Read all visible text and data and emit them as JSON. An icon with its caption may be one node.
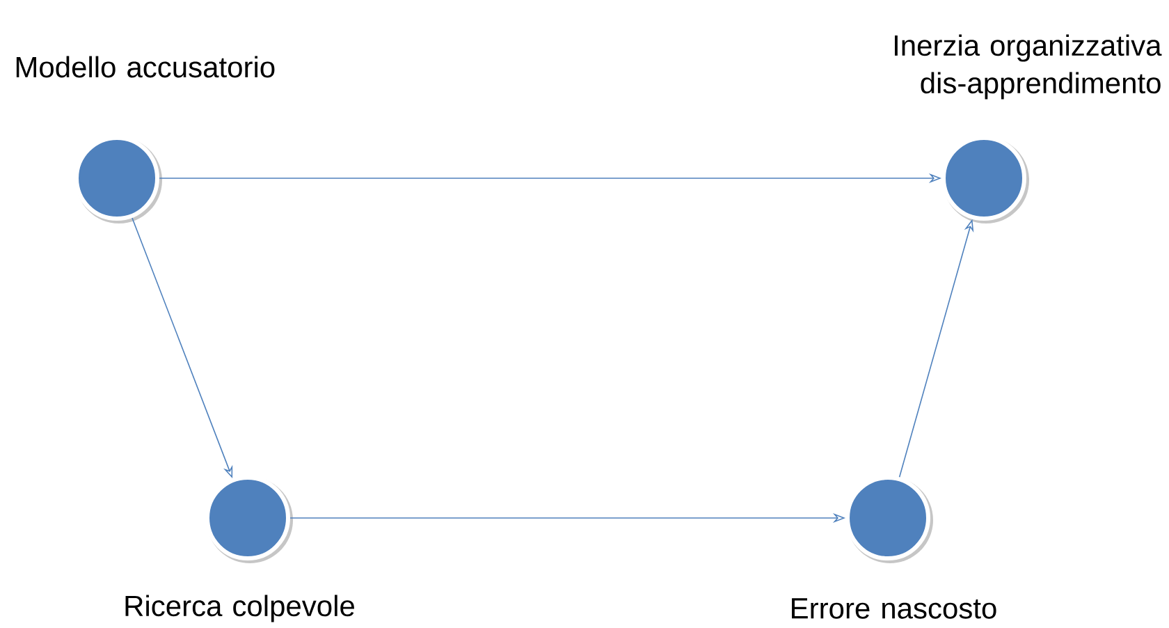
{
  "diagram": {
    "nodes": [
      {
        "text": [
          "Modello accusatorio"
        ]
      },
      {
        "text": [
          "Inerzia organizzativa dis-apprendimento"
        ]
      },
      {
        "text": [
          "Ricerca colpevole"
        ]
      },
      {
        "text": [
          "Errore nascosto"
        ]
      }
    ],
    "edges": [
      {
        "from": 0,
        "to": 1,
        "arrow": "to"
      },
      {
        "from": 0,
        "to": 2,
        "arrow": "to"
      },
      {
        "from": 2,
        "to": 3,
        "arrow": "to"
      },
      {
        "from": 3,
        "to": 1,
        "arrow": "to"
      }
    ]
  }
}
